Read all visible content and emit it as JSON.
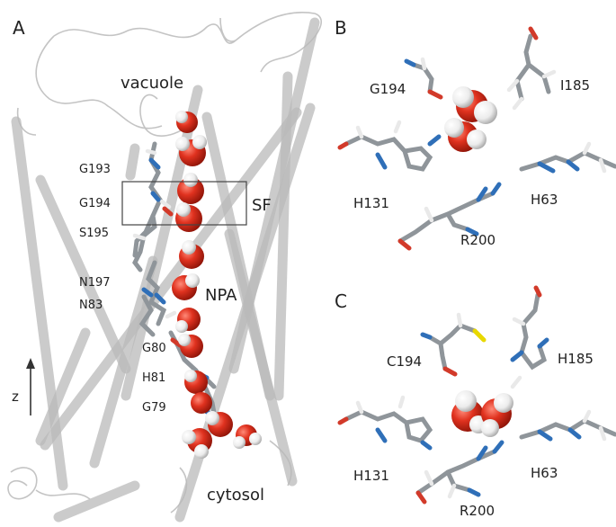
{
  "panels": {
    "a": {
      "letter": "A",
      "vacuole_label": "vacuole",
      "cytosol_label": "cytosol",
      "sf_label": "SF",
      "npa_label": "NPA",
      "z_label": "z",
      "residues": [
        "G193",
        "G194",
        "S195",
        "N197",
        "N83",
        "G80",
        "H81",
        "G79"
      ]
    },
    "b": {
      "letter": "B",
      "residues": [
        "G194",
        "I185",
        "H131",
        "H63",
        "R200"
      ]
    },
    "c": {
      "letter": "C",
      "residues": [
        "C194",
        "H185",
        "H131",
        "H63",
        "R200"
      ]
    }
  },
  "colors": {
    "oxygen": "#d8311f",
    "hydrogen": "#f2f2f2",
    "carbon": "#8f959a",
    "nitrogen": "#2f6fb8",
    "sulfur": "#e8d800",
    "helix": "#b9b9b9"
  }
}
